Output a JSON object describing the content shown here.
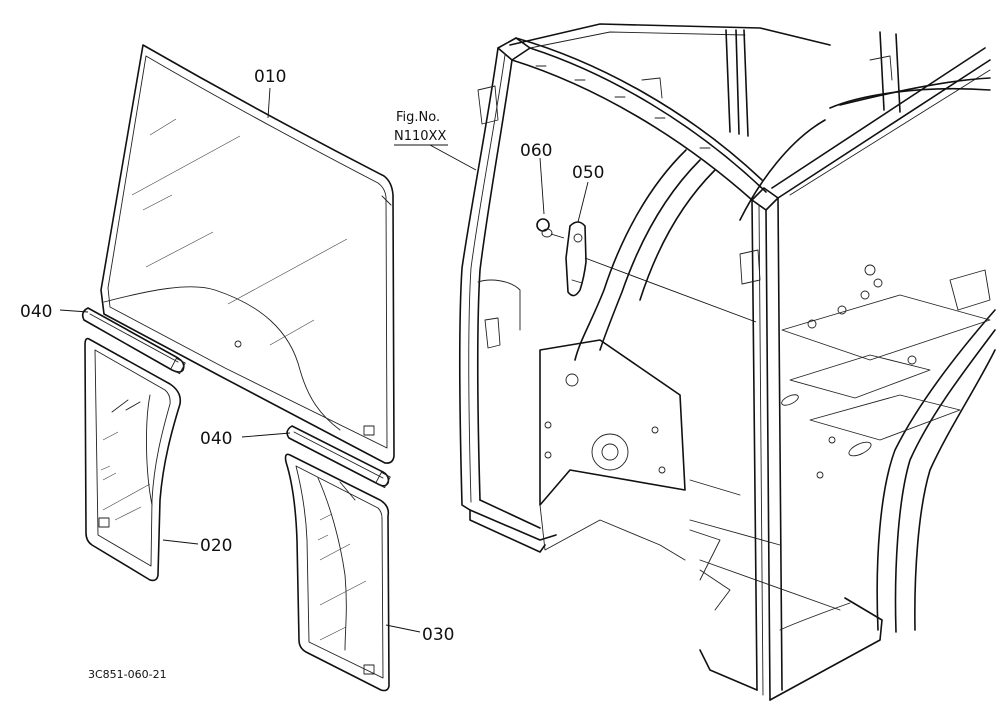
{
  "fig_ref": {
    "line1": "Fig.No.",
    "line2": "N110XX"
  },
  "part_labels": {
    "windshield": "010",
    "left_lower_glass": "020",
    "right_lower_glass": "030",
    "left_weatherstrip": "040",
    "right_weatherstrip": "040",
    "handle": "050",
    "knob": "060"
  },
  "drawing_code": "3C851-060-21"
}
